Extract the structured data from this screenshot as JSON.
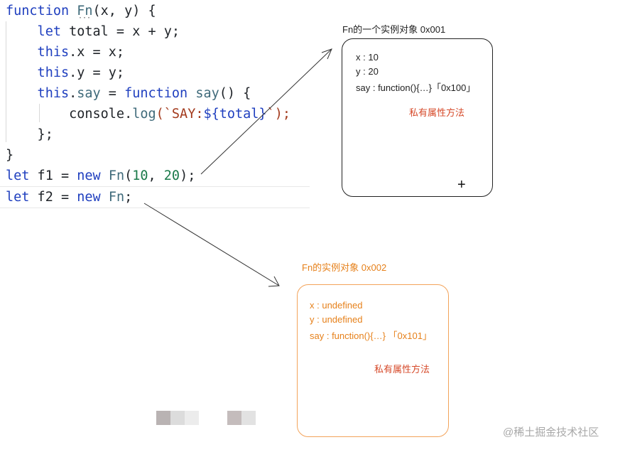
{
  "code": {
    "lines": [
      [
        {
          "t": "function",
          "c": "kw"
        },
        {
          "t": " ",
          "c": "plain"
        },
        {
          "t": "Fn",
          "c": "fn"
        },
        {
          "t": "(x, y) {",
          "c": "plain"
        }
      ],
      [
        {
          "t": "    let",
          "c": "kw"
        },
        {
          "t": " total = x + y;",
          "c": "plain"
        }
      ],
      [
        {
          "t": "    this",
          "c": "kw"
        },
        {
          "t": ".x = x;",
          "c": "plain"
        }
      ],
      [
        {
          "t": "    this",
          "c": "kw"
        },
        {
          "t": ".y = y;",
          "c": "plain"
        }
      ],
      [
        {
          "t": "    this",
          "c": "kw"
        },
        {
          "t": ".",
          "c": "plain"
        },
        {
          "t": "say",
          "c": "fn"
        },
        {
          "t": " = ",
          "c": "plain"
        },
        {
          "t": "function",
          "c": "kw"
        },
        {
          "t": " ",
          "c": "plain"
        },
        {
          "t": "say",
          "c": "fn"
        },
        {
          "t": "() {",
          "c": "plain"
        }
      ],
      [
        {
          "t": "        console.",
          "c": "plain"
        },
        {
          "t": "log",
          "c": "fn"
        },
        {
          "t": "(`SAY:",
          "c": "str"
        },
        {
          "t": "${total}",
          "c": "kw"
        },
        {
          "t": "`);",
          "c": "str"
        }
      ],
      [
        {
          "t": "    };",
          "c": "plain"
        }
      ],
      [
        {
          "t": "}",
          "c": "plain"
        }
      ],
      [
        {
          "t": "let",
          "c": "kw"
        },
        {
          "t": " f1 = ",
          "c": "plain"
        },
        {
          "t": "new",
          "c": "kw"
        },
        {
          "t": " ",
          "c": "plain"
        },
        {
          "t": "Fn",
          "c": "fn"
        },
        {
          "t": "(",
          "c": "plain"
        },
        {
          "t": "10",
          "c": "num"
        },
        {
          "t": ", ",
          "c": "plain"
        },
        {
          "t": "20",
          "c": "num"
        },
        {
          "t": ");",
          "c": "plain"
        }
      ],
      [
        {
          "t": "let",
          "c": "kw"
        },
        {
          "t": " f2 = ",
          "c": "plain"
        },
        {
          "t": "new",
          "c": "kw"
        },
        {
          "t": " ",
          "c": "plain"
        },
        {
          "t": "Fn",
          "c": "fn"
        },
        {
          "t": ";",
          "c": "plain"
        }
      ]
    ]
  },
  "box1": {
    "caption": "Fn的一个实例对象   0x001",
    "props": [
      "x : 10",
      "y : 20",
      "say : function(){…}「0x100」"
    ],
    "private_label": "私有属性方法"
  },
  "box2": {
    "caption": "Fn的实例对象  0x002",
    "props": [
      "x : undefined",
      "y : undefined",
      "say : function(){…}  「0x101」"
    ],
    "private_label": "私有属性方法"
  },
  "cursor_glyph": "+",
  "watermark": "@稀土掘金技术社区",
  "colors": {
    "keyword": "#1f3fbf",
    "function_name": "#3f6a7a",
    "number": "#1a7a4a",
    "string": "#a33a1d",
    "box2_accent": "#f3a35a",
    "private_label": "#d64a2a"
  }
}
